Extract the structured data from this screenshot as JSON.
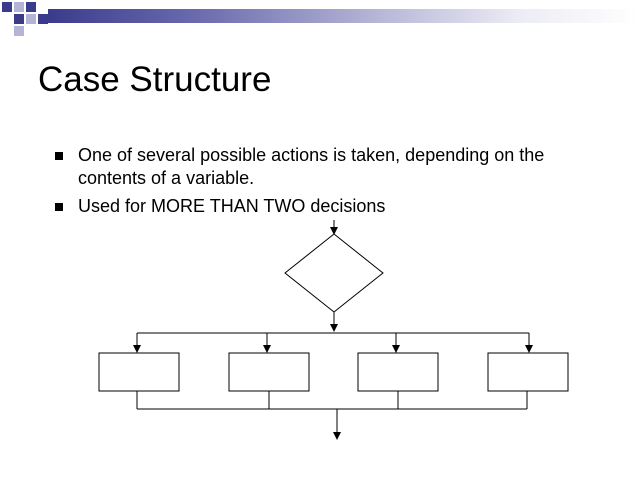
{
  "slide": {
    "title": "Case Structure",
    "bullets": [
      "One of several possible actions is taken, depending on the contents of a variable.",
      "Used for MORE THAN TWO decisions"
    ]
  },
  "diagram": {
    "decision_node": "decision-diamond",
    "action_boxes": [
      "action-box-1",
      "action-box-2",
      "action-box-3",
      "action-box-4"
    ]
  },
  "colors": {
    "accent_dark": "#3b3b8c",
    "accent_light": "#b4b4d6",
    "text": "#000000"
  },
  "icons": {
    "bullet": "square-bullet-icon"
  }
}
